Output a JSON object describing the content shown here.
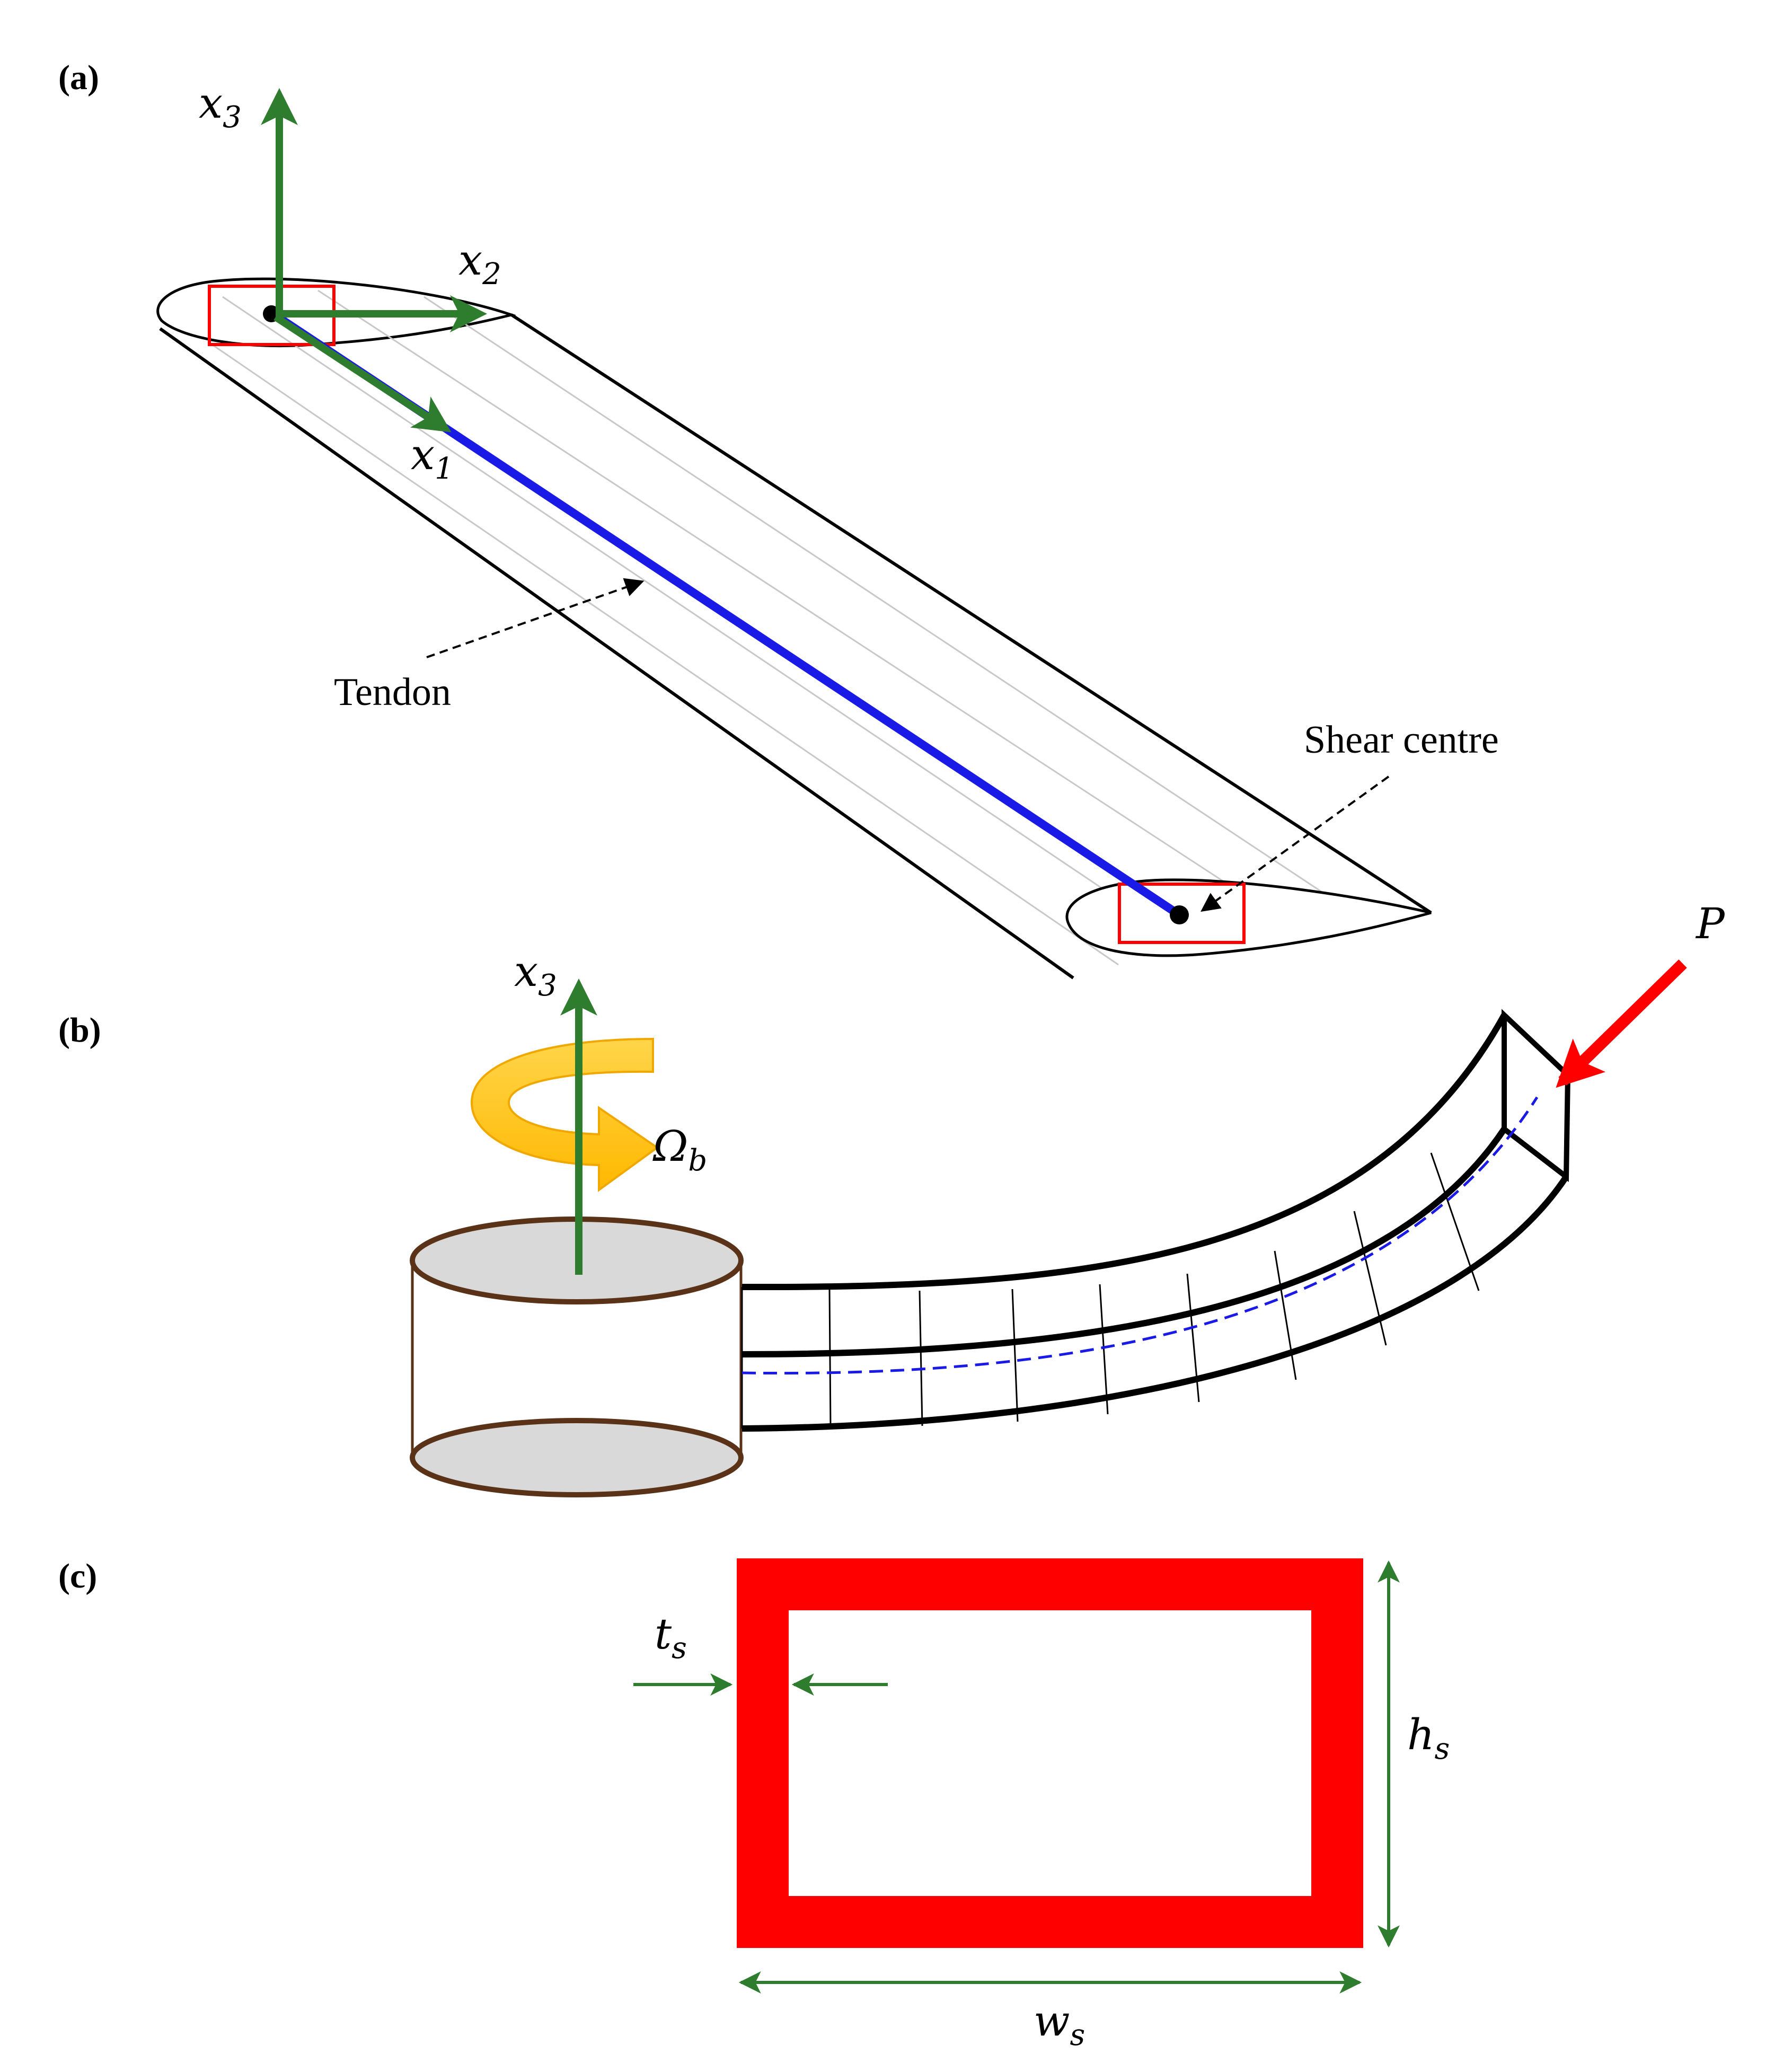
{
  "panels": {
    "a": {
      "label": "(a)",
      "axes": {
        "x1": {
          "symbol": "x",
          "sub": "1"
        },
        "x2": {
          "symbol": "x",
          "sub": "2"
        },
        "x3": {
          "symbol": "x",
          "sub": "3"
        }
      },
      "tendon_label": "Tendon",
      "shear_centre_label": "Shear centre"
    },
    "b": {
      "label": "(b)",
      "axis": {
        "symbol": "x",
        "sub": "3"
      },
      "rotation": {
        "symbol": "Ω",
        "sub": "b"
      },
      "load": {
        "symbol": "P"
      }
    },
    "c": {
      "label": "(c)",
      "thickness": {
        "symbol": "t",
        "sub": "s"
      },
      "height": {
        "symbol": "h",
        "sub": "s"
      },
      "width": {
        "symbol": "w",
        "sub": "s"
      }
    }
  },
  "colors": {
    "axis_green": "#2e7d2e",
    "tendon_blue": "#1a1ae6",
    "section_red": "#ff0000",
    "rotation_yellow": "#ffc000",
    "hub_brown": "#5a3218",
    "hub_fill": "#d9d9d9"
  }
}
